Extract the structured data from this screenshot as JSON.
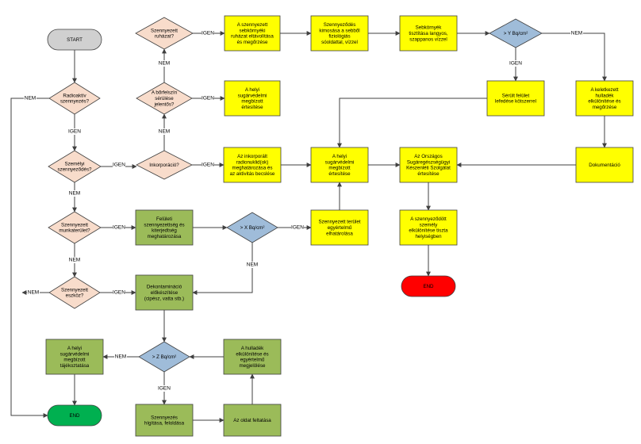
{
  "nodes": {
    "start": "START",
    "end1": "END",
    "end2": "END",
    "end3": "END",
    "d_radio": "Radioaktív|szennyezés?",
    "d_szemelyi": "Személyi|szennyeződés?",
    "d_munkaterulet": "Szennyezett|munkaterület?",
    "d_eszkoz": "Szennyezett|eszköz?",
    "d_ruhazat": "Szennyezett|ruházat?",
    "d_borfelszin": "A bőrfelszín|sérülése|jelentős?",
    "d_inkorporacio": "Inkorporáció?",
    "d_x": "> X Bq/cm²",
    "d_y": "> Y Bq/cm²",
    "d_z": "> Z Bq/cm²",
    "p_ruhazat_eltavolitas": "A szennyezett|sebkörnyéki|ruházat eltávolítása|és megőrzése",
    "p_mosas": "Szennyeződés|kimosása a sebből|fiziológiás|sóoldattal, vízzel",
    "p_sebkornyek": "Sebkörnyék|tisztítása langyos,|szappanos vízzel",
    "p_kelet": "A keletkezett|hulladék|elkülönítése és|megőrzése",
    "p_helyi_ertesites_top": "A helyi|sugárvédelmi|megbízott|értesítése",
    "p_serult": "Sérült felület|lefedése kötszerrel",
    "p_inkorporalt": "Az inkorporált|radionuklid(ok)|meghatározása és|az aktivitás becslése",
    "p_helyi_ertesites_mid": "A helyi|sugárvédelmi|megbízott|értesítése",
    "p_orszagos": "Az Országos|Sugáregészségügyi|Készenléti Szolgálat|értesítése",
    "p_dokumentacio": "Dokumentáció",
    "p_feluleti": "Felületi|szennyezettség és|kiterjedtség|meghatározása",
    "p_terulet_elhatarolas": "Szennyezett terület|egyértelmű|elhatárolása",
    "p_szemely_elkulonites": "A szennyeződött|személy|elkülönítése tiszta|helyiségben",
    "p_dekontaminacio": "Dekontamináció|előkészítése|(cipész, vatta stb.)",
    "p_helyi_tajekoztatas": "A helyi|sugárvédelmi|megbízott|tájékoztatása",
    "p_hulladek": "A hulladék|elkülönítése és|egyértelmű|megjelölése",
    "p_higitas": "Szennyezés|hígítása, feloldása",
    "p_oldat": "Az oldat feltatása"
  },
  "edge_labels": {
    "igen": "IGEN",
    "nem": "NEM"
  },
  "colors": {
    "start_fill": "#d0d0d0",
    "end_green": "#00b050",
    "end_red": "#ff0000",
    "decision_peach": "#f8dccb",
    "decision_blue": "#9fbcd9",
    "process_yellow": "#ffff00",
    "process_olive": "#9bbb59",
    "stroke": "#404040"
  }
}
